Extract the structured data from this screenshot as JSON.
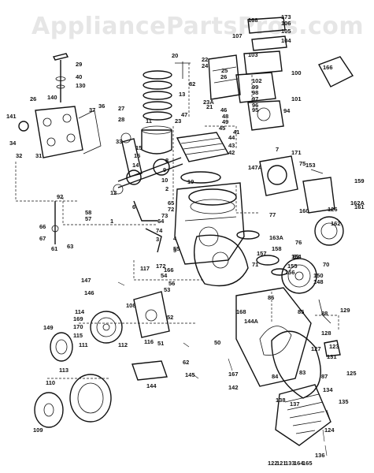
{
  "watermark": {
    "text": "AppliancePartsPros.com"
  },
  "callouts": [
    "29",
    "40",
    "130",
    "26",
    "140",
    "141",
    "34",
    "32",
    "31",
    "37",
    "36",
    "27",
    "28",
    "33",
    "11",
    "15",
    "16",
    "14",
    "13",
    "12",
    "1",
    "2",
    "8",
    "9",
    "10",
    "19",
    "20",
    "82",
    "23A",
    "21",
    "22",
    "24",
    "25",
    "26",
    "23",
    "47",
    "46",
    "48",
    "49",
    "45",
    "44",
    "43",
    "42",
    "41",
    "147A",
    "7",
    "171",
    "153",
    "159",
    "161",
    "162A",
    "162",
    "160",
    "166",
    "168",
    "107",
    "173",
    "106",
    "105",
    "104",
    "103",
    "100",
    "101",
    "102",
    "99",
    "98",
    "97",
    "96",
    "95",
    "94",
    "92",
    "58",
    "57",
    "66",
    "67",
    "63",
    "61",
    "64",
    "65",
    "72",
    "73",
    "74",
    "3",
    "4",
    "5",
    "6",
    "69",
    "70",
    "71",
    "76",
    "77",
    "75",
    "163A",
    "158",
    "157",
    "155",
    "154",
    "156",
    "150",
    "148",
    "147",
    "146",
    "149",
    "169",
    "170",
    "115",
    "112",
    "113",
    "114",
    "111",
    "110",
    "109",
    "108",
    "116",
    "117",
    "172",
    "166",
    "56",
    "53",
    "54",
    "55",
    "52",
    "51",
    "50",
    "62",
    "144",
    "145",
    "142",
    "167",
    "144A",
    "168",
    "86",
    "85",
    "84",
    "83",
    "87",
    "88",
    "129",
    "127",
    "128",
    "131",
    "138",
    "137",
    "134",
    "135",
    "136",
    "124",
    "125",
    "126",
    "123",
    "122",
    "121",
    "133",
    "164",
    "165"
  ]
}
